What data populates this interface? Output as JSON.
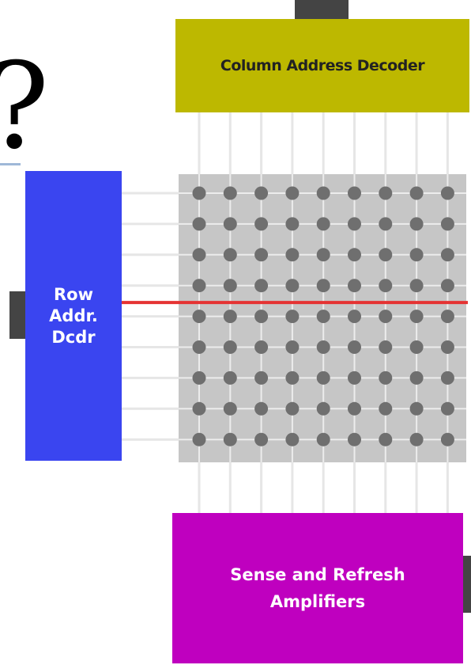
{
  "diagram": {
    "fragment_text": "?",
    "column_decoder": {
      "label": "Column Address Decoder",
      "fill": "#bdb800",
      "text_color": "#222222"
    },
    "row_decoder": {
      "label_lines": [
        "Row",
        "Addr.",
        "Dcdr"
      ],
      "fill": "#3a45f0",
      "text_color": "#ffffff"
    },
    "sense_amps": {
      "label_lines": [
        "Sense and Refresh",
        "Amplifiers"
      ],
      "fill": "#bf00bf",
      "text_color": "#ffffff"
    },
    "memory_array": {
      "rows": 9,
      "columns": 9,
      "background": "#c6c6c6",
      "cell_color": "#6f6f6f",
      "grid_line_color": "#ececec"
    },
    "selected_row_line": {
      "row_index": 4,
      "color": "#e53333"
    },
    "connector_color": "#444444",
    "wire_color": "#e6e6e6"
  }
}
